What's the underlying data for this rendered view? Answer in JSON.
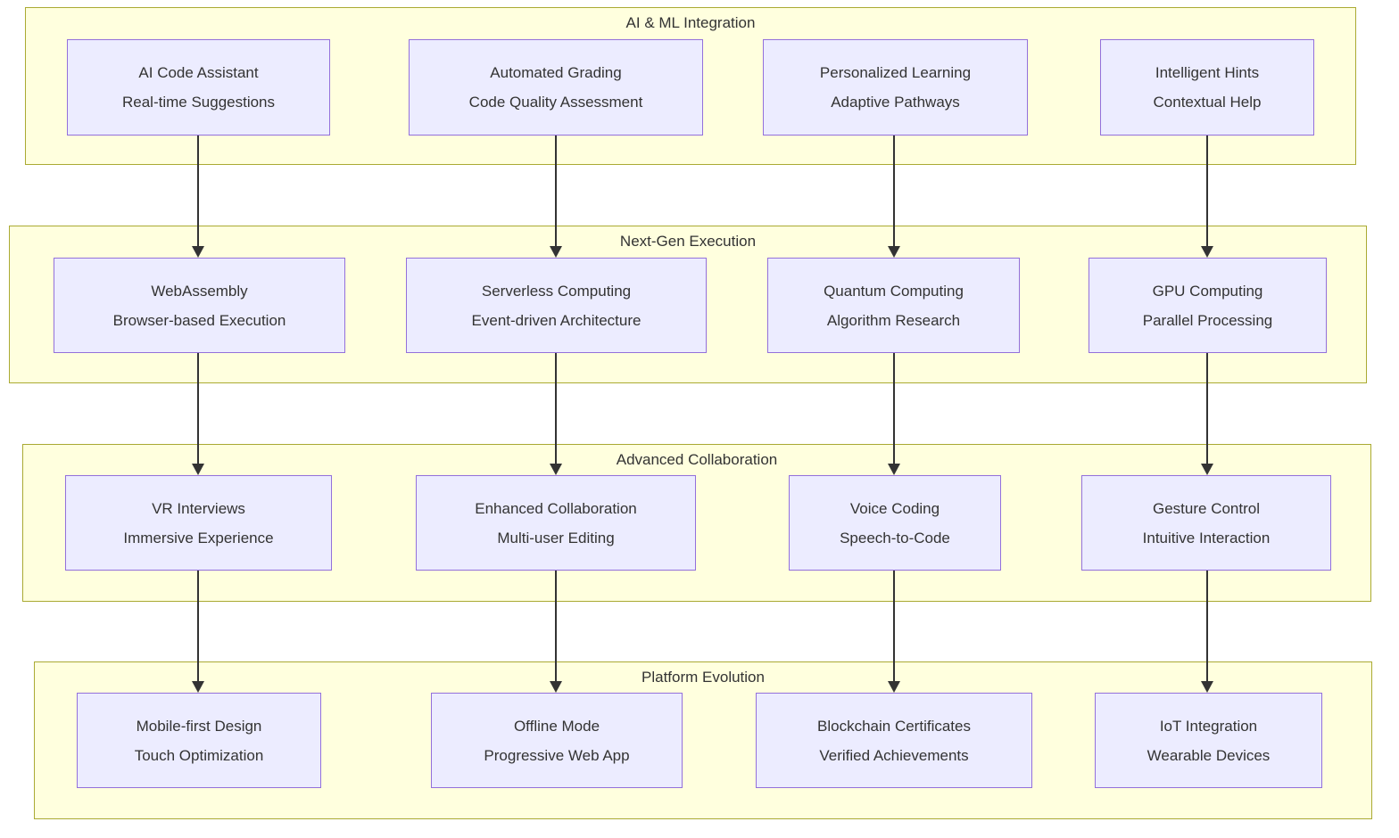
{
  "diagram": {
    "type": "flowchart",
    "direction": "top-down",
    "colors": {
      "group_fill": "#ffffde",
      "group_border": "#aaaa33",
      "node_fill": "#ececff",
      "node_border": "#9370db",
      "text": "#333333",
      "arrow": "#333333"
    },
    "groups": [
      {
        "title": "AI & ML Integration",
        "nodes": [
          {
            "line1": "AI Code Assistant",
            "line2": "Real-time Suggestions"
          },
          {
            "line1": "Automated Grading",
            "line2": "Code Quality Assessment"
          },
          {
            "line1": "Personalized Learning",
            "line2": "Adaptive Pathways"
          },
          {
            "line1": "Intelligent Hints",
            "line2": "Contextual Help"
          }
        ]
      },
      {
        "title": "Next-Gen Execution",
        "nodes": [
          {
            "line1": "WebAssembly",
            "line2": "Browser-based Execution"
          },
          {
            "line1": "Serverless Computing",
            "line2": "Event-driven Architecture"
          },
          {
            "line1": "Quantum Computing",
            "line2": "Algorithm Research"
          },
          {
            "line1": "GPU Computing",
            "line2": "Parallel Processing"
          }
        ]
      },
      {
        "title": "Advanced Collaboration",
        "nodes": [
          {
            "line1": "VR Interviews",
            "line2": "Immersive Experience"
          },
          {
            "line1": "Enhanced Collaboration",
            "line2": "Multi-user Editing"
          },
          {
            "line1": "Voice Coding",
            "line2": "Speech-to-Code"
          },
          {
            "line1": "Gesture Control",
            "line2": "Intuitive Interaction"
          }
        ]
      },
      {
        "title": "Platform Evolution",
        "nodes": [
          {
            "line1": "Mobile-first Design",
            "line2": "Touch Optimization"
          },
          {
            "line1": "Offline Mode",
            "line2": "Progressive Web App"
          },
          {
            "line1": "Blockchain Certificates",
            "line2": "Verified Achievements"
          },
          {
            "line1": "IoT Integration",
            "line2": "Wearable Devices"
          }
        ]
      }
    ],
    "edges": [
      {
        "from": "AI Code Assistant",
        "to": "WebAssembly"
      },
      {
        "from": "Automated Grading",
        "to": "Serverless Computing"
      },
      {
        "from": "Personalized Learning",
        "to": "Quantum Computing"
      },
      {
        "from": "Intelligent Hints",
        "to": "GPU Computing"
      },
      {
        "from": "WebAssembly",
        "to": "VR Interviews"
      },
      {
        "from": "Serverless Computing",
        "to": "Enhanced Collaboration"
      },
      {
        "from": "Quantum Computing",
        "to": "Voice Coding"
      },
      {
        "from": "GPU Computing",
        "to": "Gesture Control"
      },
      {
        "from": "VR Interviews",
        "to": "Mobile-first Design"
      },
      {
        "from": "Enhanced Collaboration",
        "to": "Offline Mode"
      },
      {
        "from": "Voice Coding",
        "to": "Blockchain Certificates"
      },
      {
        "from": "Gesture Control",
        "to": "IoT Integration"
      }
    ]
  }
}
